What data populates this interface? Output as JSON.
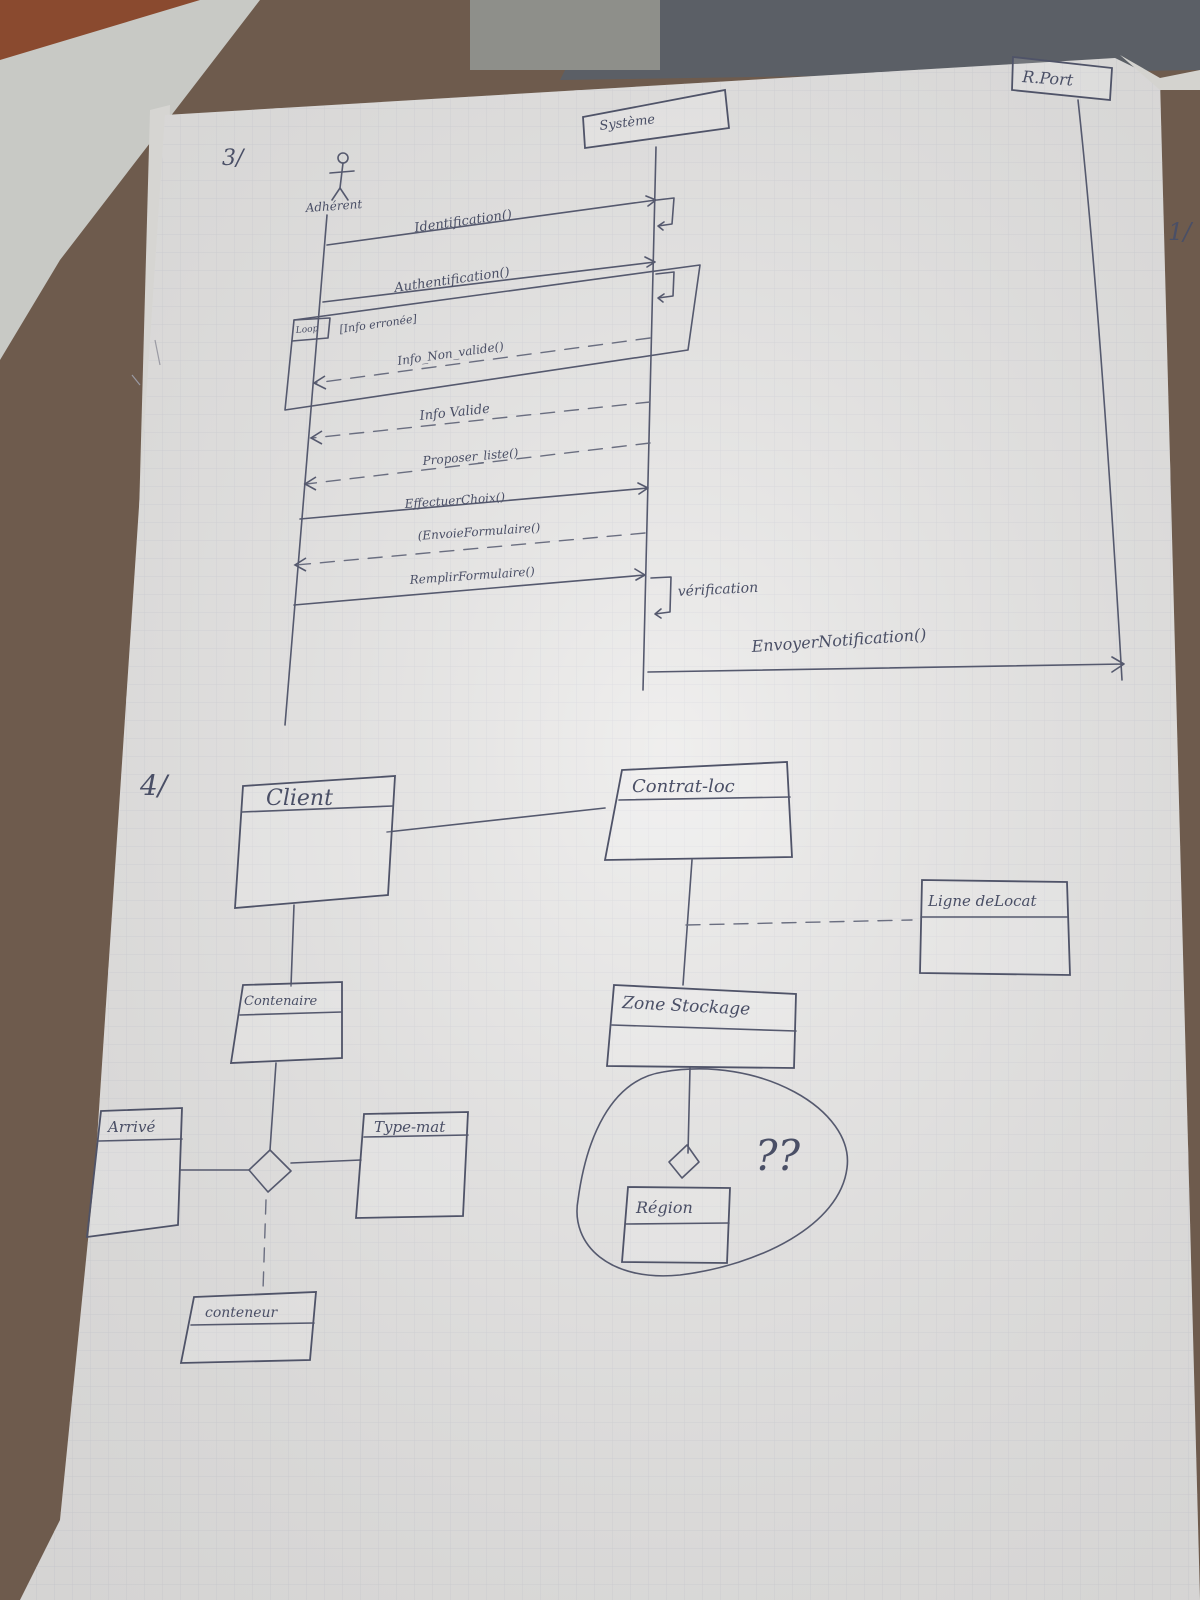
{
  "sequence": {
    "section_label": "3/",
    "actor": "Adhérent",
    "system_lifeline": "Système",
    "external_lifeline": "R.Port",
    "fragment": {
      "operator": "Loop",
      "guard": "[Info erronée]"
    },
    "messages": [
      "Identification()",
      "Authentification()",
      "Info_Non_valide()",
      "Info Valide",
      "Proposer_liste()",
      "EffectuerChoix()",
      "(EnvoieFormulaire()",
      "RemplirFormulaire()",
      "vérification",
      "EnvoyerNotification()"
    ]
  },
  "class_diagram": {
    "section_label": "4/",
    "classes": [
      "Client",
      "Contrat-loc",
      "Ligne deLocat",
      "Contenaire",
      "Zone Stockage",
      "Arrivé",
      "Type-mat",
      "Région",
      "conteneur"
    ],
    "annotation": "??"
  },
  "side_mark": "1/",
  "colors": {
    "page": "#ecebea",
    "ink": "#4a4f66",
    "desk": "#6b5a4e"
  }
}
